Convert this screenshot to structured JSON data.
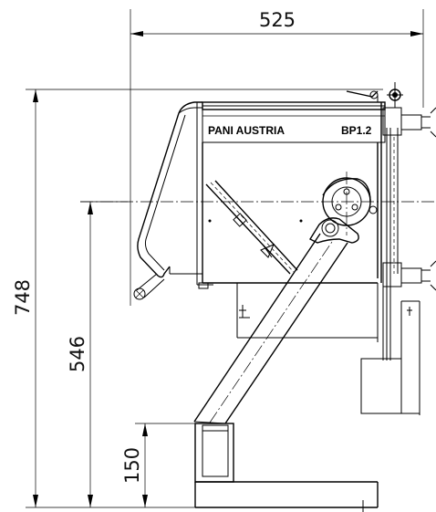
{
  "dimensions": {
    "width_label": "525",
    "overall_height_label": "748",
    "axis_height_label": "546",
    "base_height_label": "150"
  },
  "brand": {
    "manufacturer": "PANI AUSTRIA",
    "model": "BP1.2"
  }
}
